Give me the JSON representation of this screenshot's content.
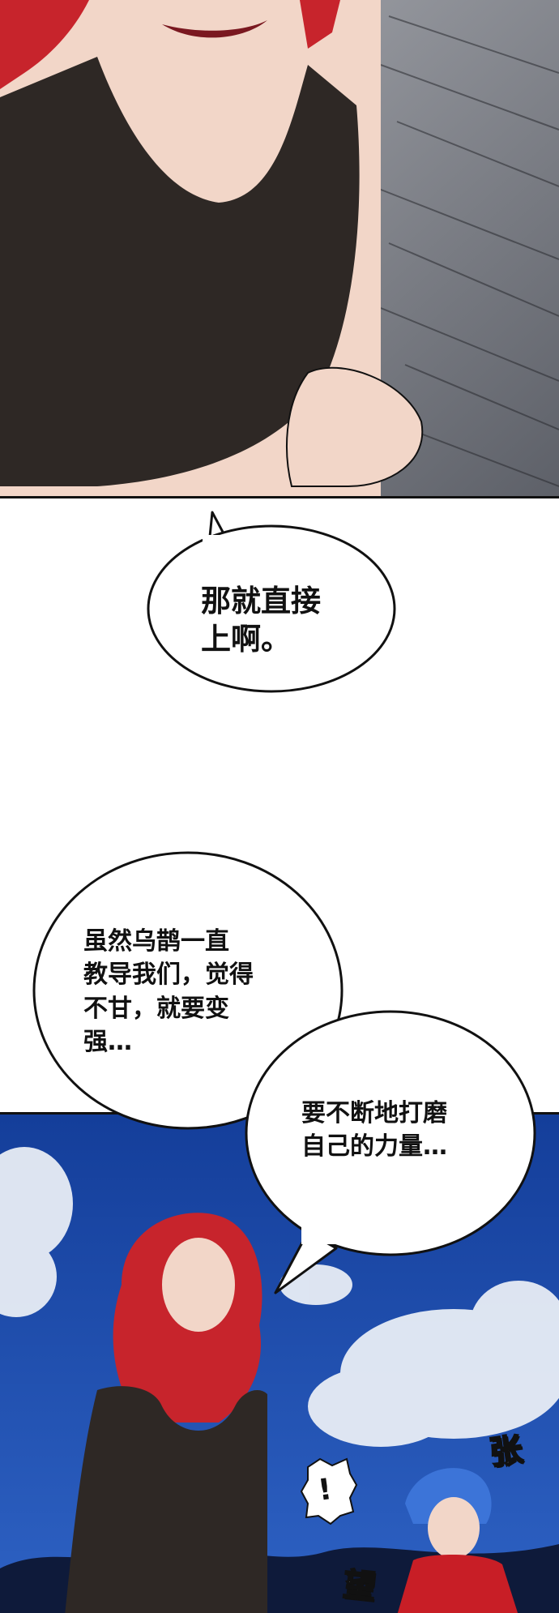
{
  "bubbles": {
    "first": {
      "text": "那就直接\n上啊。"
    },
    "second": {
      "text": "虽然乌鹊一直\n教导我们，觉得\n不甘，就要变\n强…"
    },
    "third": {
      "text": "要不断地打磨\n自己的力量…"
    }
  },
  "sound_effects": {
    "zhang": "张",
    "wang": "望",
    "exclaim": "!"
  },
  "colors": {
    "hair_red": "#c7242c",
    "tank_top": "#2e2825",
    "skin": "#f2d6c8",
    "sky_blue": "#1d4aa8",
    "ground_gray": "#7d7f86",
    "jacket_red": "#c81e26",
    "blue_hair": "#3c74d8",
    "outline": "#111111"
  }
}
